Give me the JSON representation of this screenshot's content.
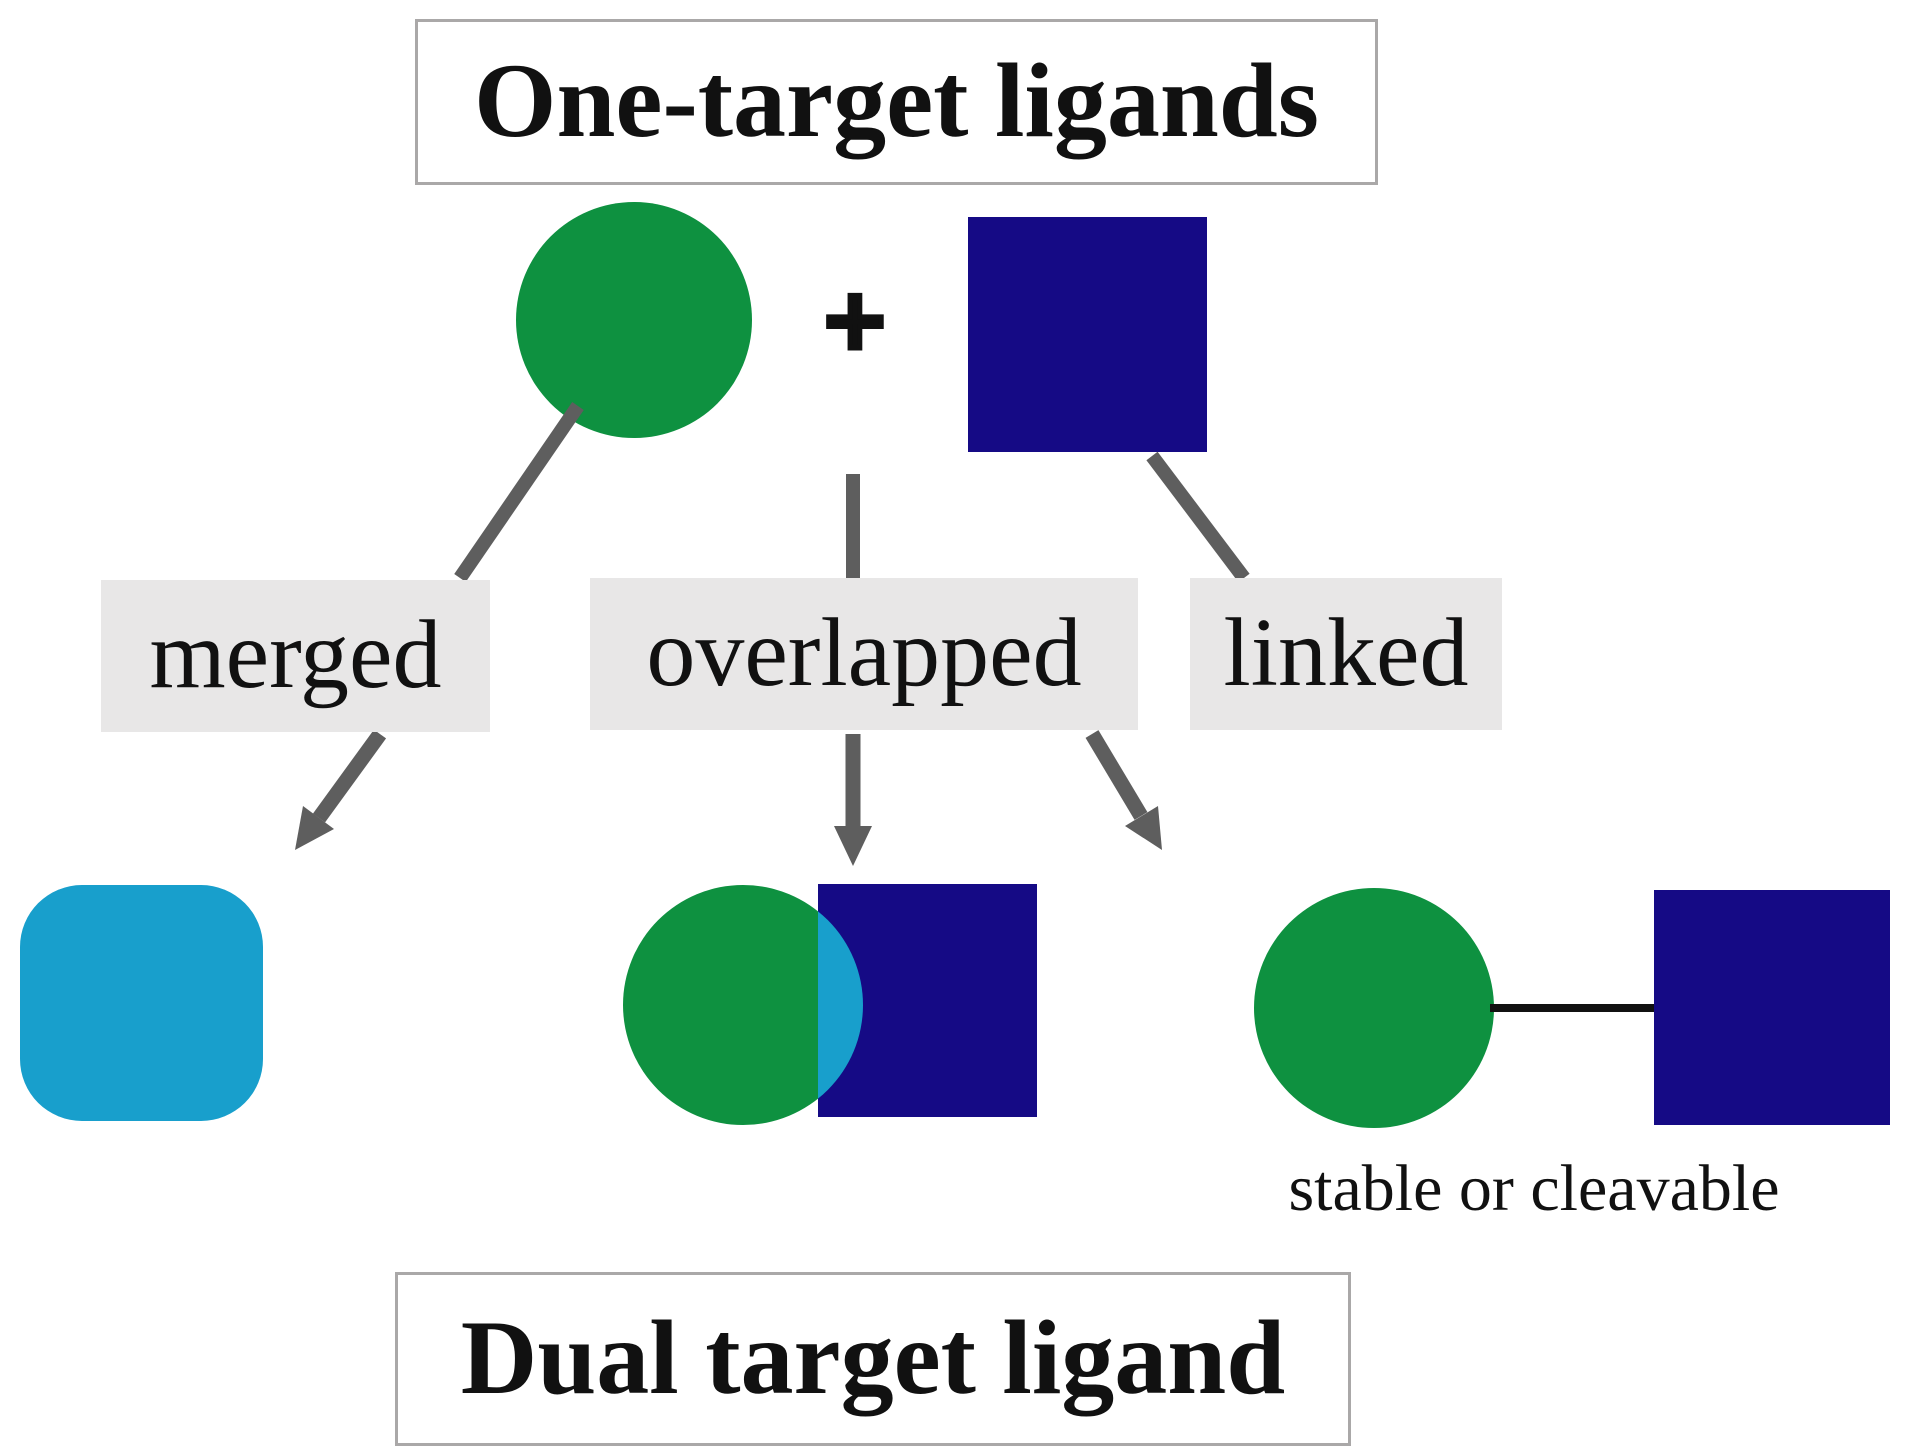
{
  "diagram": {
    "top_box": {
      "label": "One-target ligands"
    },
    "bottom_box": {
      "label": "Dual target ligand"
    },
    "plus_symbol": "+",
    "strategies": [
      {
        "label": "merged"
      },
      {
        "label": "overlapped"
      },
      {
        "label": "linked"
      }
    ],
    "linker_note": "stable or cleavable"
  },
  "colors": {
    "ligand_green": "#0e9140",
    "ligand_navy": "#150a85",
    "merged_cyan": "#189fcc",
    "arrow_gray": "#5e5e5e",
    "label_bg": "#e8e7e7",
    "box_border": "#aaa8a8",
    "linker_line": "#111111",
    "text_black": "#111111"
  }
}
